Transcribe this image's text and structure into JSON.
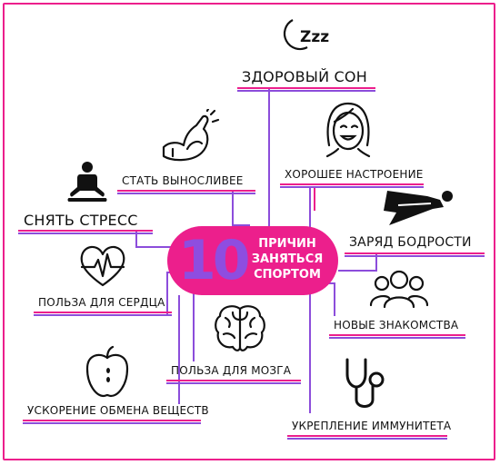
{
  "center": {
    "number": "10",
    "line1": "ПРИЧИН",
    "line2": "ЗАНЯТЬСЯ",
    "line3": "СПОРТОМ"
  },
  "reasons": {
    "sleep": "ЗДОРОВЫЙ СОН",
    "mood": "ХОРОШЕЕ НАСТРОЕНИЕ",
    "endurance": "СТАТЬ ВЫНОСЛИВЕЕ",
    "stress": "СНЯТЬ СТРЕСС",
    "energy": "ЗАРЯД БОДРОСТИ",
    "heart": "ПОЛЬЗА ДЛЯ СЕРДЦА",
    "contacts": "НОВЫЕ ЗНАКОМСТВА",
    "brain": "ПОЛЬЗА ДЛЯ МОЗГА",
    "metabolism": "УСКОРЕНИЕ ОБМЕНА ВЕЩЕСТВ",
    "immunity": "УКРЕПЛЕНИЕ ИММУНИТЕТА"
  },
  "colors": {
    "pink": "#ec1f8c",
    "purple": "#8c4ddb",
    "text": "#111111"
  },
  "icons": {
    "sleep": "zzz-icon",
    "mood": "smiling-face-icon",
    "endurance": "flexed-arm-icon",
    "stress": "meditation-icon",
    "energy": "flying-person-icon",
    "heart": "heart-pulse-icon",
    "contacts": "group-icon",
    "brain": "brain-icon",
    "metabolism": "apple-icon",
    "immunity": "stethoscope-icon"
  }
}
